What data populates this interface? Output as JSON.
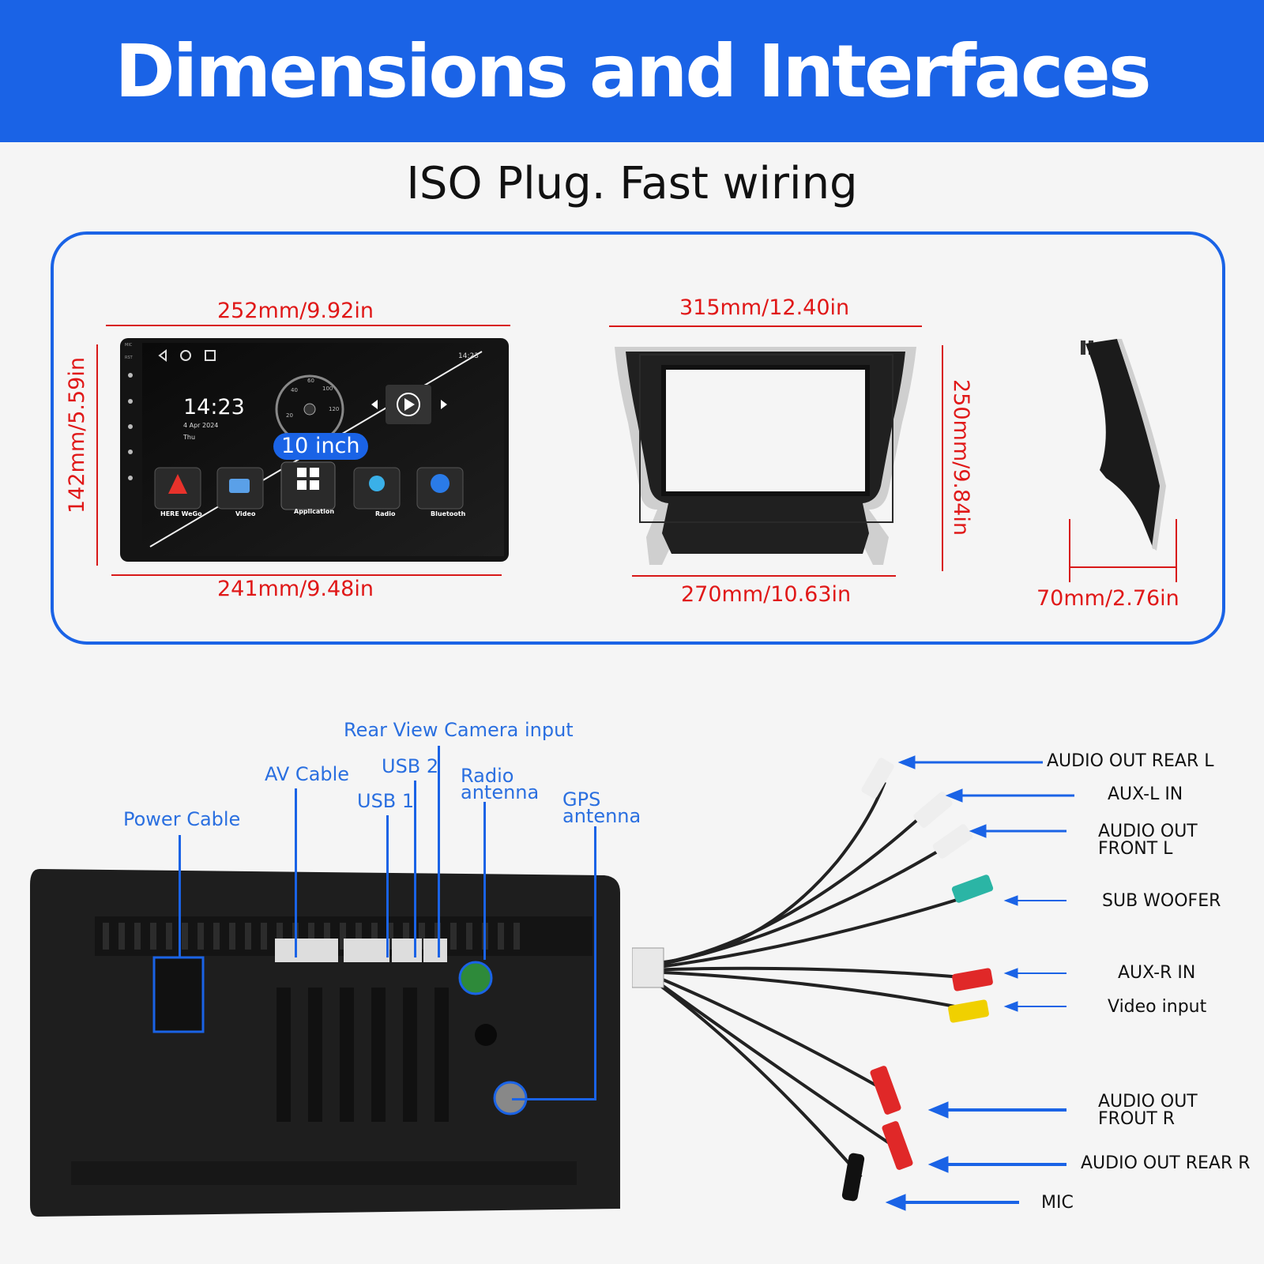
{
  "banner": {
    "title": "Dimensions and Interfaces"
  },
  "subtitle": "ISO Plug. Fast wiring",
  "dimensions": {
    "unit_top_width": "252mm/9.92in",
    "unit_bottom_width": "241mm/9.48in",
    "unit_height": "142mm/5.59in",
    "frame_top_width": "315mm/12.40in",
    "frame_bottom_width": "270mm/10.63in",
    "frame_height": "250mm/9.84in",
    "bracket_depth": "70mm/2.76in"
  },
  "screen": {
    "clock": "14:23",
    "date": "4 Apr 2024",
    "day": "Thu",
    "status_time": "14:23",
    "size_badge": "10 inch",
    "side_labels": [
      "MIC",
      "RST"
    ],
    "apps": [
      {
        "label": "HERE WeGo",
        "icon": "navigation-arrow-icon",
        "color": "#e8322b"
      },
      {
        "label": "Video",
        "icon": "video-icon",
        "color": "#5aa0e8"
      },
      {
        "label": "Application",
        "icon": "app-grid-icon",
        "color": "#ffffff"
      },
      {
        "label": "Radio",
        "icon": "radio-icon",
        "color": "#3ab0e8"
      },
      {
        "label": "Bluetooth",
        "icon": "bluetooth-icon",
        "color": "#2a7be8"
      }
    ]
  },
  "rear_ports": {
    "rear_camera": "Rear View Camera input",
    "usb2": "USB 2",
    "av_cable": "AV Cable",
    "radio_antenna": [
      "Radio",
      "antenna"
    ],
    "usb1": "USB 1",
    "gps_antenna": [
      "GPS",
      "antenna"
    ],
    "power_cable": "Power Cable"
  },
  "harness": {
    "audio_out_rear_l": "AUDIO OUT REAR L",
    "aux_l_in": "AUX-L IN",
    "audio_out_front_l": [
      "AUDIO OUT",
      "FRONT L"
    ],
    "sub_woofer": "SUB WOOFER",
    "aux_r_in": "AUX-R IN",
    "video_input": "Video input",
    "audio_out_front_r": [
      "AUDIO OUT",
      "FROUT R"
    ],
    "audio_out_rear_r": "AUDIO OUT REAR R",
    "mic": "MIC"
  },
  "colors": {
    "brand_blue": "#1a63e6",
    "dimension_red": "#d81818"
  }
}
